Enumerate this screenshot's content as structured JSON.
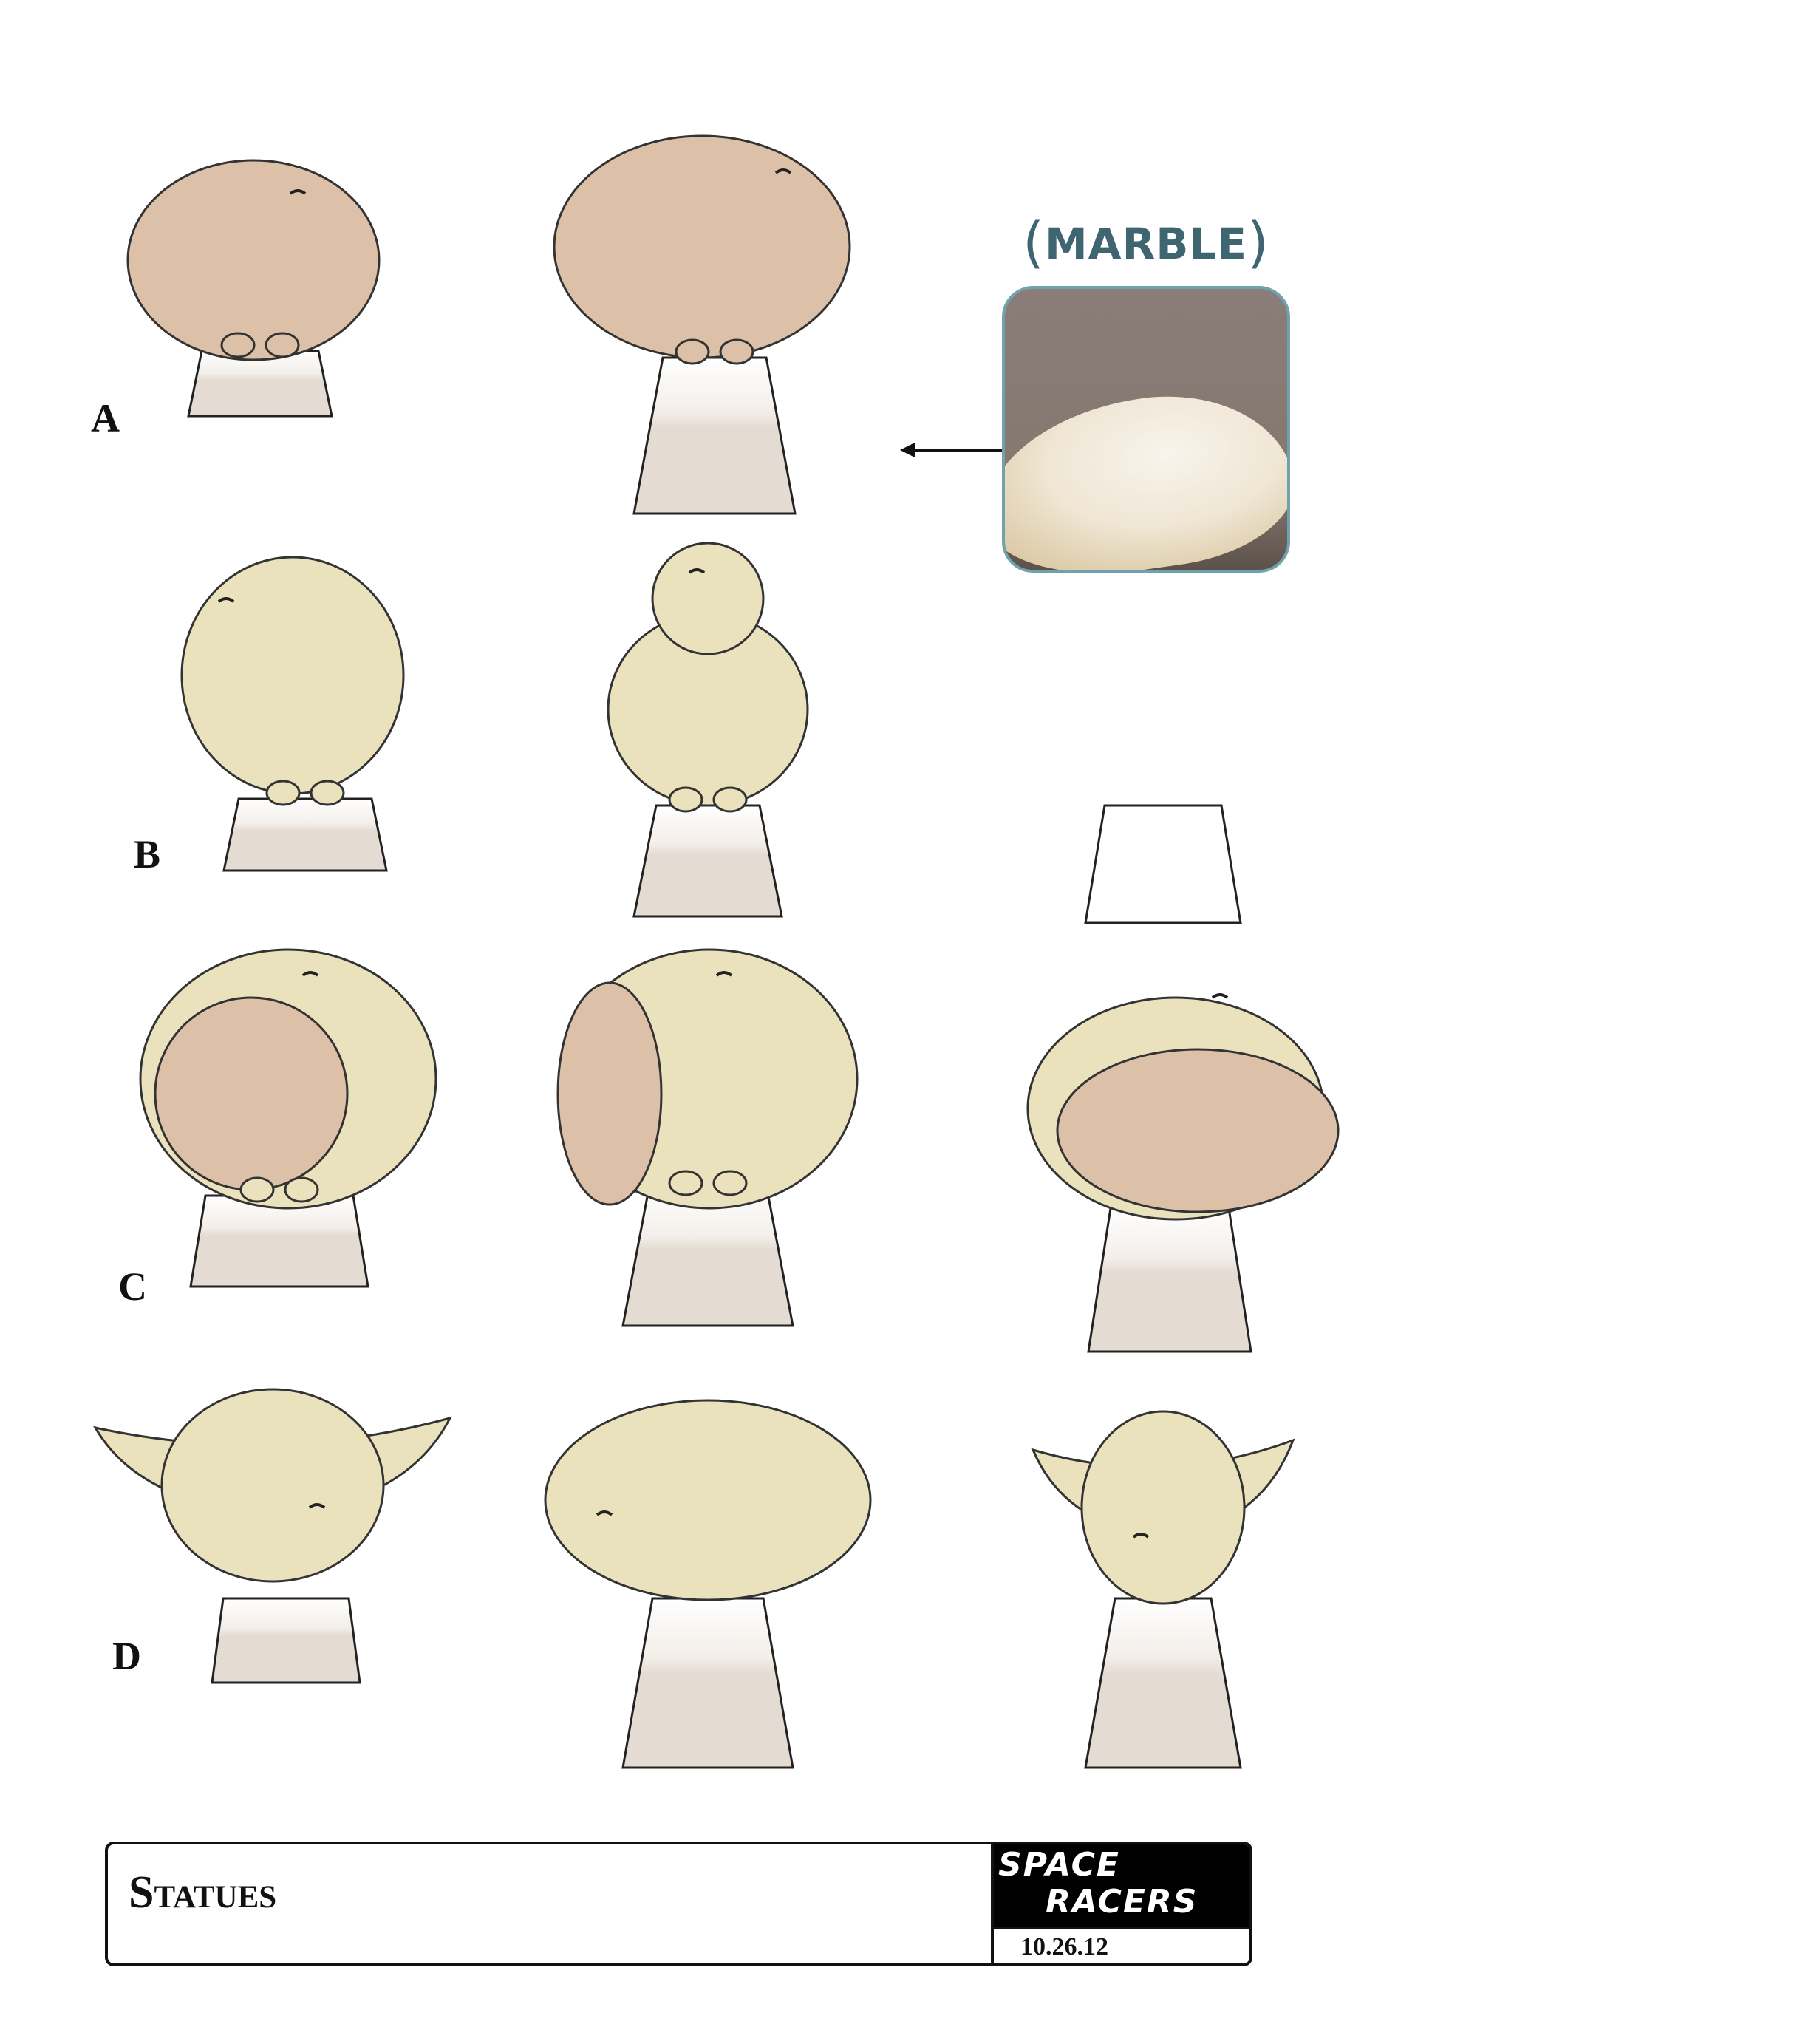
{
  "sheet": {
    "row_labels": [
      "A",
      "B",
      "C",
      "D"
    ],
    "reference": {
      "label": "MARBLE",
      "open_paren": "(",
      "close_paren": ")"
    },
    "title_block": {
      "title": "Statues",
      "logo_line1": "SPACE",
      "logo_line2": "RACERS",
      "date": "10.26.12"
    }
  },
  "colors": {
    "pink_stone": "#dcc0a8",
    "yellow_stone": "#e9e2bd",
    "pedestal": "#e4dbd2",
    "reference_accent": "#3f6570",
    "reference_border": "#6fa2ad"
  }
}
